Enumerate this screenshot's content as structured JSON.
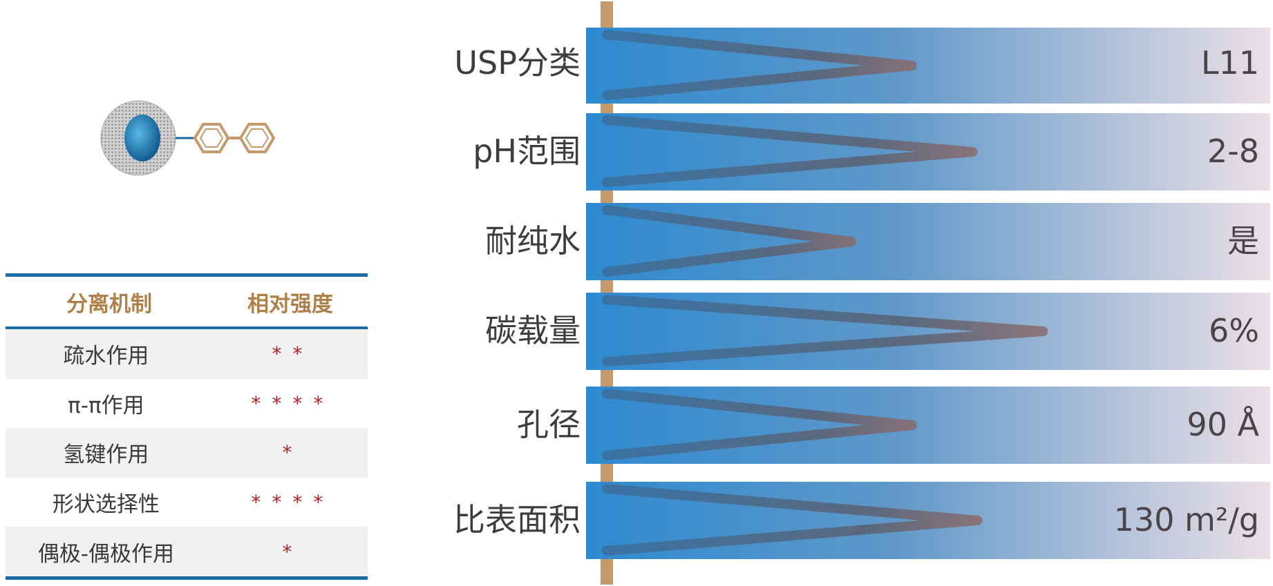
{
  "mechanism_table": {
    "header": {
      "col1": "分离机制",
      "col2": "相对强度"
    },
    "rows": [
      {
        "mechanism": "疏水作用",
        "strength": "**",
        "level": 2
      },
      {
        "mechanism": "π-π作用",
        "strength": "****",
        "level": 4
      },
      {
        "mechanism": "氢键作用",
        "strength": "*",
        "level": 1
      },
      {
        "mechanism": "形状选择性",
        "strength": "****",
        "level": 4
      },
      {
        "mechanism": "偶极-偶极作用",
        "strength": "*",
        "level": 1
      }
    ]
  },
  "properties": [
    {
      "label": "USP分类",
      "value": "L11",
      "level": 0.52
    },
    {
      "label": "pH范围",
      "value": "2-8",
      "level": 0.64
    },
    {
      "label": "耐纯水",
      "value": "是",
      "level": 0.4
    },
    {
      "label": "碳载量",
      "value": "6%",
      "level": 0.78
    },
    {
      "label": "孔径",
      "value": "90 Å",
      "level": 0.52
    },
    {
      "label": "比表面积",
      "value": "130 m²/g",
      "level": 0.65
    }
  ],
  "colors": {
    "table_rule": "#1a6aa8",
    "header_text": "#b0804a",
    "star": "#b22222",
    "bar_start": "#2e8ad0",
    "bar_end": "#ecdfe6",
    "spine": "#c49a6c",
    "zigzag": "#4a607a"
  }
}
